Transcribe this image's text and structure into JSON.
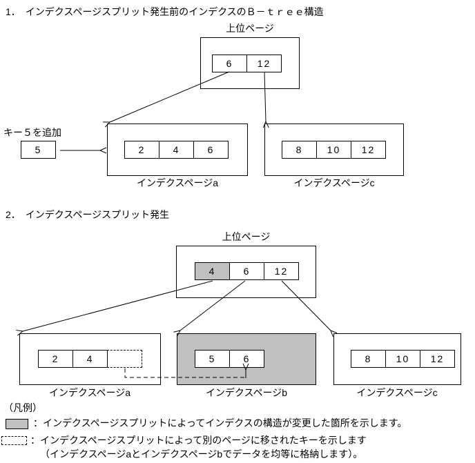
{
  "colors": {
    "highlight_gray": "#c0c0c0",
    "line": "#000000",
    "background": "#ffffff"
  },
  "section1": {
    "title": "1．　インデクスページスプリット発生前のインデクスのＢ－ｔｒｅｅ構造",
    "root_label": "上位ページ",
    "root_cells": [
      "6",
      "12"
    ],
    "key_add_label": "キー５を追加",
    "key_add_value": "5",
    "page_a": {
      "cells": [
        "2",
        "4",
        "6"
      ],
      "label": "インデクスページa"
    },
    "page_c": {
      "cells": [
        "8",
        "10",
        "12"
      ],
      "label": "インデクスページc"
    }
  },
  "section2": {
    "title": "2．　インデクスページスプリット発生",
    "root_label": "上位ページ",
    "root_cells": [
      "4",
      "6",
      "12"
    ],
    "page_a": {
      "cells": [
        "2",
        "4"
      ],
      "label": "インデクスページa"
    },
    "page_b": {
      "cells": [
        "5",
        "6"
      ],
      "label": "インデクスページb"
    },
    "page_c": {
      "cells": [
        "8",
        "10",
        "12"
      ],
      "label": "インデクスページc"
    }
  },
  "legend": {
    "title": "（凡例）",
    "gray_item_text": "：インデクスページスプリットによってインデクスの構造が変更した箇所を示します。",
    "dashed_item_text": "：インデクスページスプリットによって別のページに移されたキーを示します",
    "dashed_item_text2": "（インデクスページaとインデクスページbでデータを均等に格納します）。"
  }
}
